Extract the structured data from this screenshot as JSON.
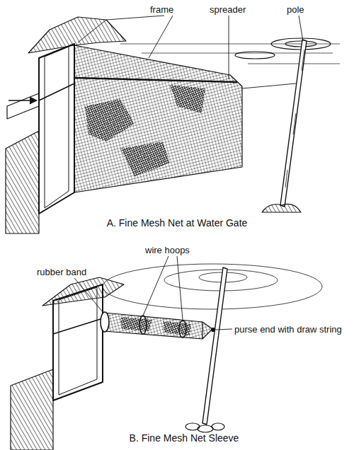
{
  "diagram": {
    "labels": [
      "frame",
      "spreader",
      "pole",
      "A. Fine Mesh Net at Water Gate",
      "wire hoops",
      "rubber band",
      "purse end with draw string",
      "B. Fine Mesh Net Sleeve"
    ]
  }
}
